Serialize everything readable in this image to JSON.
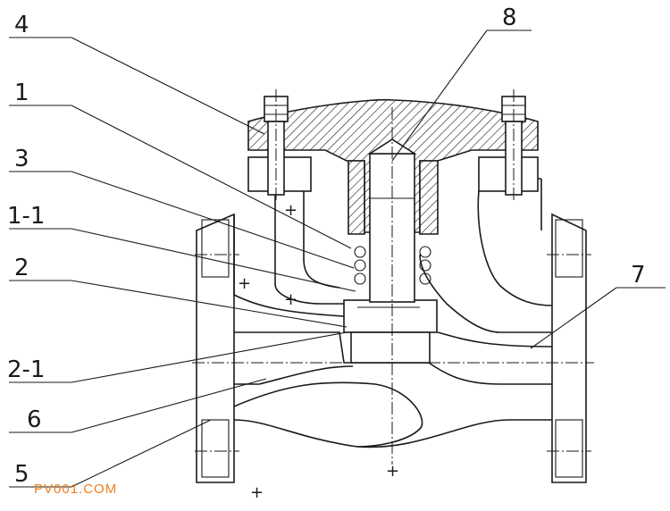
{
  "labels": {
    "l4": "4",
    "l1": "1",
    "l3": "3",
    "l1_1": "1-1",
    "l2": "2",
    "l2_1": "2-1",
    "l6": "6",
    "l5": "5",
    "l8": "8",
    "l7": "7"
  },
  "watermark": "PV001.COM",
  "plus_sign": "+"
}
